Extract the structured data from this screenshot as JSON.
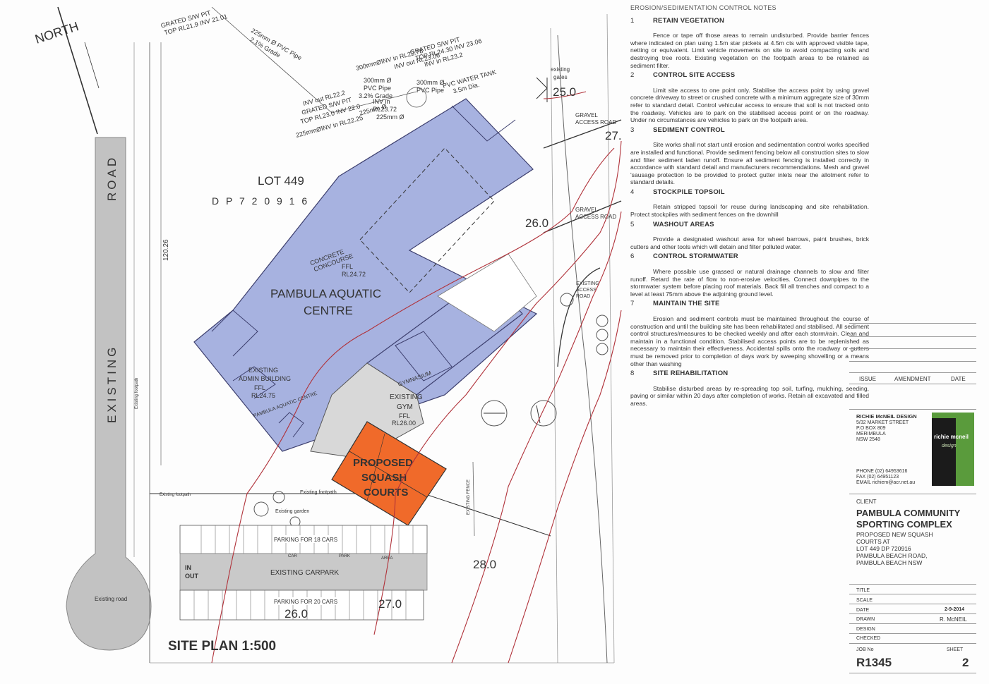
{
  "plan": {
    "north_label": "NORTH",
    "lot_label": "LOT 449",
    "dp_label": "D P 7 2 0 9 1 6",
    "road_label_1": "EXISTING",
    "road_label_2": "ROAD",
    "frontage": "120.26",
    "existing_footpath": "Existing footpath",
    "aquatic_line1": "PAMBULA AQUATIC",
    "aquatic_line2": "CENTRE",
    "concourse_line1": "CONCRETE",
    "concourse_line2": "CONCOURSE",
    "concourse_ffl": "FFL",
    "concourse_rl": "RL24.72",
    "admin_line1": "EXISTING",
    "admin_line2": "ADMIN BUILDING",
    "admin_ffl": "FFL",
    "admin_rl": "RL24.75",
    "aquatic_small": "PAMBULA AQUATIC CENTRE",
    "gymnasium": "GYMNASIUM",
    "gym_line1": "EXISTING",
    "gym_line2": "GYM",
    "gym_ffl": "FFL",
    "gym_rl": "RL26.00",
    "squash_line1": "PROPOSED",
    "squash_line2": "SQUASH",
    "squash_line3": "COURTS",
    "existing_garden": "Existing garden",
    "existing_footpath2": "Existing footpath",
    "parking_18": "PARKING FOR 18 CARS",
    "parking_20": "PARKING FOR 20 CARS",
    "carpark": "EXISTING CARPARK",
    "car": "CAR",
    "park": "PARK",
    "area": "AREA",
    "in_label": "IN",
    "out_label": "OUT",
    "existing_road": "Existing road",
    "existing_gates_1": "existing",
    "existing_gates_2": "gates",
    "gravel_access_1a": "GRAVEL",
    "gravel_access_1b": "ACCESS ROAD",
    "gravel_access_2a": "GRAVEL",
    "gravel_access_2b": "ACCESS ROAD",
    "existing_access_1": "EXISTING",
    "existing_access_2": "ACCESS",
    "existing_access_3": "ROAD",
    "existing_fence": "EXISTING FENCE",
    "site_plan_title": "SITE PLAN  1:500",
    "contours": [
      "25.0",
      "26.0",
      "27.",
      "28.0",
      "27.0",
      "26.0"
    ],
    "pipe_notes": {
      "grated_1": "GRATED S/W PIT",
      "top_1": "TOP RL21.9 INV 21.01",
      "pvc_225": "225mm Ø PVC Pipe",
      "grade_21": "2.1% Grade",
      "inv_in_2278": "300mmØINV in RL22.78",
      "inv_out_2306": "INV out RL23.06",
      "grated_2": "GRATED S/W PIT",
      "top_2": "TOP RL24.30 INV 23.06",
      "inv_232": "INV in RL23.2",
      "pvc_300a_1": "300mm Ø",
      "pvc_300a_2": "PVC Pipe",
      "grade_32": "3.2% Grade",
      "pvc_300b_1": "300mm Ø",
      "pvc_300b_2": "PVC Pipe",
      "tank_1": "PVC WATER TANK",
      "tank_2": "3.5m Dia.",
      "inv_out_222": "INV out RL22.2",
      "grated_3": "GRATED S/W PIT",
      "top_3": "TOP RL23.0 INV 22.0",
      "inv_in_2372_1": "INV in",
      "inv_in_2372_2": "RL23.72",
      "pvc_225b": "225mm Ø",
      "inv_in_2225": "225mmØINV in RL22.25",
      "pvc_225c": "225mm Ø"
    }
  },
  "notes": {
    "heading": "EROSION/SEDIMENTATION CONTROL NOTES",
    "items": [
      {
        "num": "1",
        "title": "RETAIN VEGETATION",
        "text": "Fence or tape off those areas to remain undisturbed. Provide barrier fences where indicated on plan using 1.5m star pickets at 4.5m cts with approved visible tape, netting or equivalent. Limit vehicle movements on site to avoid compacting soils and destroying tree roots. Existing vegetation on the footpath areas to be retained as sediment filter."
      },
      {
        "num": "2",
        "title": "CONTROL SITE ACCESS",
        "text": "Limit site access to one point only. Stabilise the access point by using gravel concrete driveway to street or crushed concrete with a minimum aggregate size of 30mm refer to standard detail. Control vehicular access to ensure that soil is not tracked onto the roadway. Vehicles are to park on the stabilised access point or on the roadway. Under no circumstances are vehicles to park on the footpath area."
      },
      {
        "num": "3",
        "title": "SEDIMENT CONTROL",
        "text": "Site works shall not start until erosion and sedimentation control works specified are installed and functional. Provide sediment fencing below all construction sites to slow and filter sediment laden runoff. Ensure all sediment fencing is installed correctly in accordance with standard detail and manufacturers recommendations. Mesh and gravel 'sausage protection to be provided to protect gutter inlets near the allotment refer to standard details."
      },
      {
        "num": "4",
        "title": "STOCKPILE TOPSOIL",
        "text": "Retain stripped topsoil for reuse during landscaping and site rehabilitation. Protect stockpiles with sediment fences on the downhill"
      },
      {
        "num": "5",
        "title": "WASHOUT AREAS",
        "text": "Provide a designated washout area for wheel barrows, paint brushes, brick cutters and other tools which will detain and filter polluted water."
      },
      {
        "num": "6",
        "title": "CONTROL STORMWATER",
        "text": "Where possible use grassed or natural drainage channels to slow and filter runoff. Retard the rate of flow to non-erosive velocities. Connect downpipes to the stormwater system before placing roof materials. Back fill all trenches and compact to a level at least 75mm above the adjoining ground level."
      },
      {
        "num": "7",
        "title": "MAINTAIN THE SITE",
        "text": "Erosion and sediment controls must be maintained throughout the course of construction and until the building site has been rehabilitated and stabilised. All sediment control structures/measures to be checked weekly and after each storm/rain. Clean and maintain in a functional condition. Stabilised access points are to be replenished as necessary to maintain their effectiveness. Accidental spills onto the roadway or gutters must be removed prior to completion of days work by sweeping shovelling or a means other than washing"
      },
      {
        "num": "8",
        "title": "SITE REHABILITATION",
        "text": "Stabilise disturbed areas by re-spreading top soil, turfing, mulching, seeding, paving or similar within 20 days after completion of works. Retain all excavated and filled areas."
      }
    ]
  },
  "titleblock": {
    "issue": "ISSUE",
    "amendment": "AMENDMENT",
    "date": "DATE",
    "firm": "RICHIE McNEIL DESIGN",
    "address_1": "5/32 MARKET STREET",
    "address_2": "P.O BOX 809",
    "address_3": "MERIMBULA",
    "address_4": "NSW      2548",
    "phone": "PHONE (02) 64953616",
    "fax": "FAX       (02) 64951123",
    "email": "EMAIL   richiem@acr.net.au",
    "logo_word": "richie mcneil",
    "logo_sub": "design",
    "client_label": "CLIENT",
    "client_1": "PAMBULA COMMUNITY",
    "client_2": "SPORTING COMPLEX",
    "proj_1": "PROPOSED NEW SQUASH",
    "proj_2": "COURTS AT",
    "proj_3": "LOT 449 DP 720916",
    "proj_4": "PAMBULA BEACH ROAD,",
    "proj_5": "PAMBULA BEACH NSW",
    "title_label": "TITLE",
    "scale_label": "SCALE",
    "date_label": "DATE",
    "date_value": "2-9-2014",
    "drawn_label": "DRAWN",
    "drawn_value": "R. McNEIL",
    "design_label": "DESIGN",
    "checked_label": "CHECKED",
    "job_label": "JOB No",
    "job_value": "R1345",
    "sheet_label": "SHEET",
    "sheet_value": "2"
  },
  "colors": {
    "building": "#a7b2e0",
    "building_stroke": "#3d3f6e",
    "squash": "#f06a2a",
    "contour": "#b0323a",
    "road": "#c2c2c2",
    "logo_green": "#5a9b3c"
  }
}
